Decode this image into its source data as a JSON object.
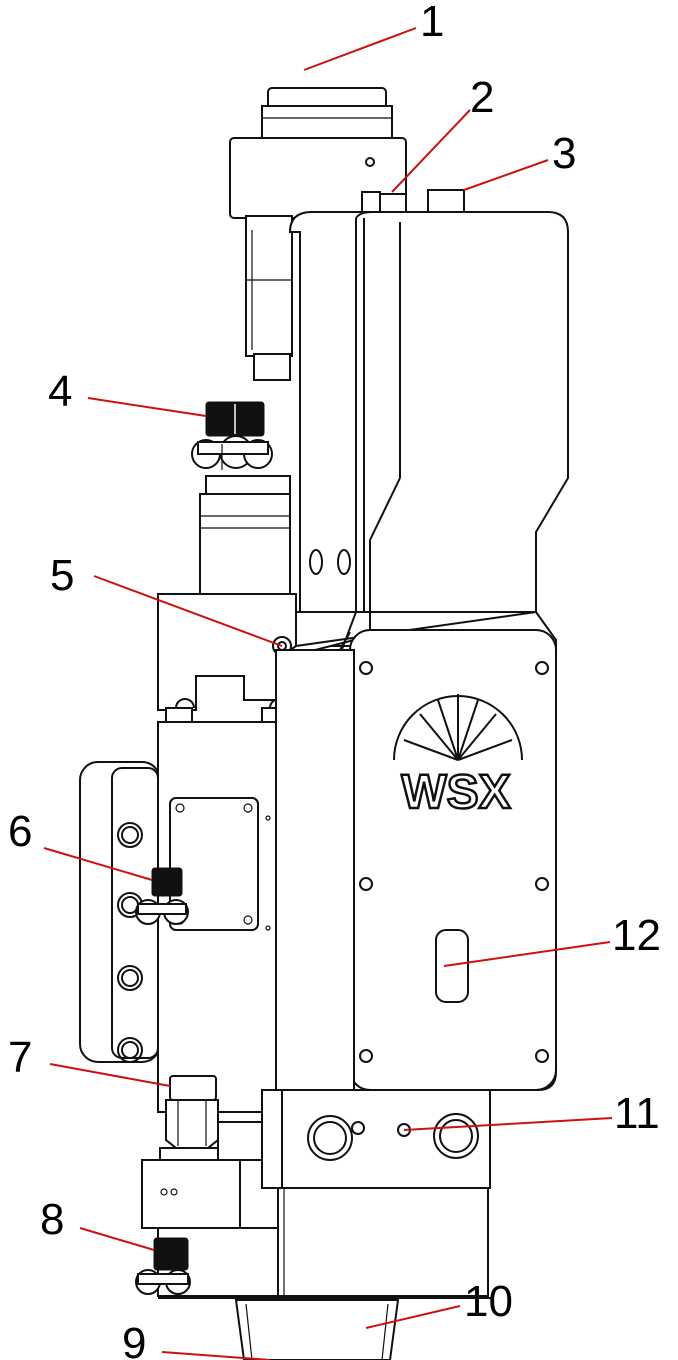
{
  "callouts": [
    {
      "label": "1"
    },
    {
      "label": "2"
    },
    {
      "label": "3"
    },
    {
      "label": "4"
    },
    {
      "label": "5"
    },
    {
      "label": "6"
    },
    {
      "label": "7"
    },
    {
      "label": "8"
    },
    {
      "label": "9"
    },
    {
      "label": "10"
    },
    {
      "label": "11"
    },
    {
      "label": "12"
    }
  ],
  "logo": {
    "text": "WSX"
  },
  "colors": {
    "leader": "#cc1111",
    "outline": "#111111",
    "background": "#ffffff"
  }
}
